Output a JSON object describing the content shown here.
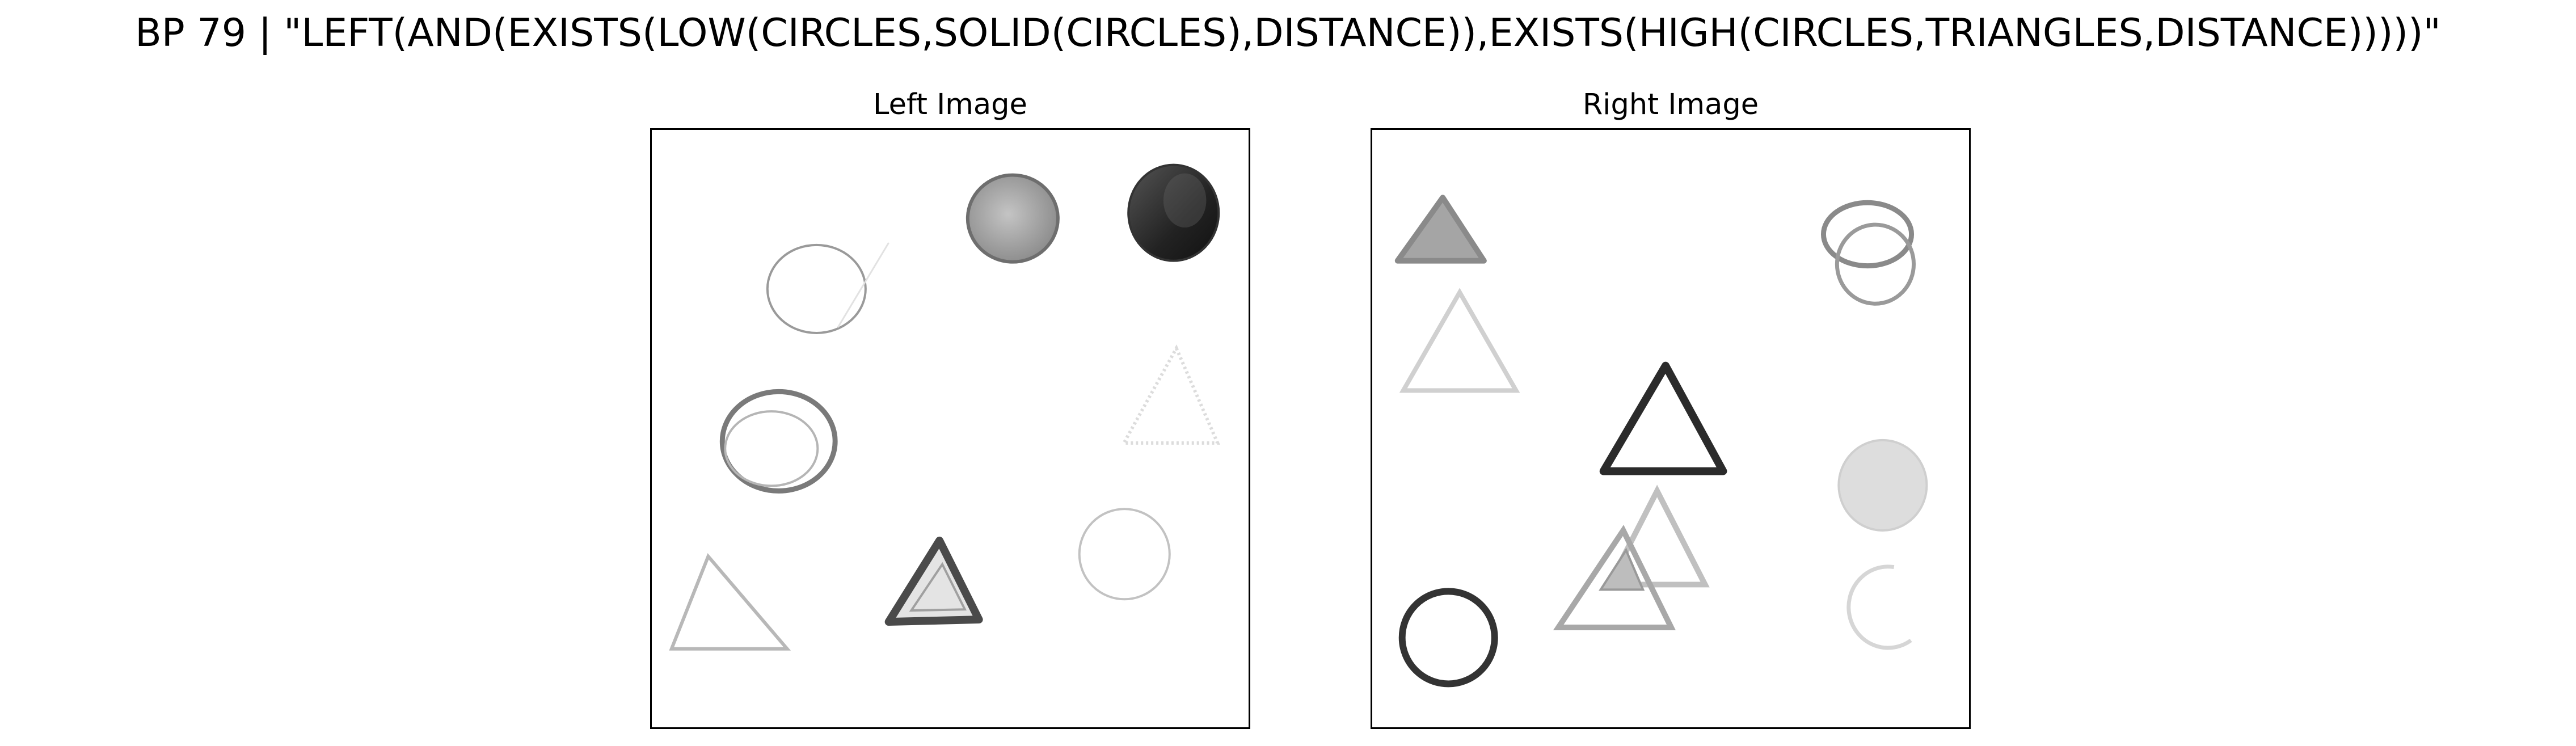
{
  "title": "BP 79 | \"LEFT(AND(EXISTS(LOW(CIRCLES,SOLID(CIRCLES),DISTANCE)),EXISTS(HIGH(CIRCLES,TRIANGLES,DISTANCE)))))\"",
  "panels": {
    "left": {
      "title": "Left Image"
    },
    "right": {
      "title": "Right Image"
    }
  },
  "colors": {
    "background": "#ffffff",
    "frame": "#000000",
    "shape_dark": "#1a1a1a",
    "shape_mid": "#777777",
    "shape_light": "#c8c8c8"
  }
}
